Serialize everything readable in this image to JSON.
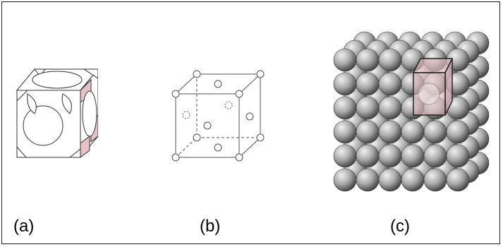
{
  "panels": [
    {
      "label": "(a)"
    },
    {
      "label": "(b)"
    },
    {
      "label": "(c)"
    }
  ],
  "colors": {
    "line": "#333333",
    "pink": "#e6c1c6",
    "sphere_light": "#e8e8e8",
    "sphere_dark": "#5a5a5a"
  }
}
